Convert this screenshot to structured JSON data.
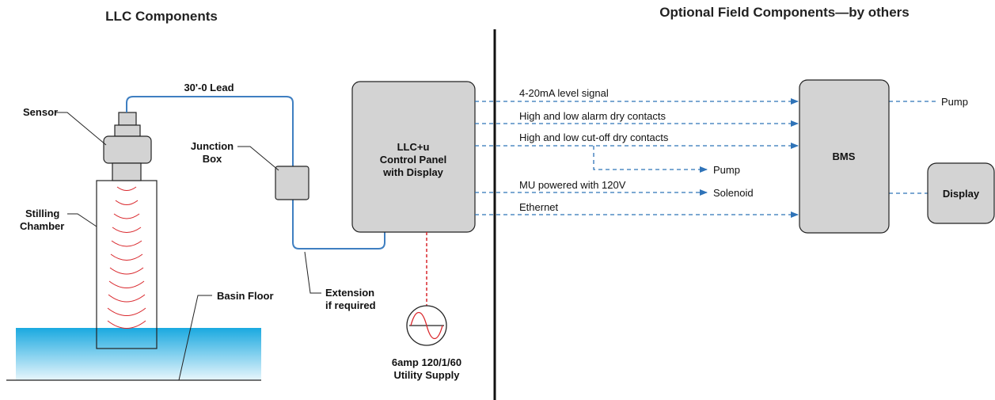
{
  "headings": {
    "left": "LLC Components",
    "right": "Optional Field Components—by others"
  },
  "labels": {
    "sensor": "Sensor",
    "stilling_1": "Stilling",
    "stilling_2": "Chamber",
    "lead": "30'-0 Lead",
    "junction_1": "Junction",
    "junction_2": "Box",
    "panel_1": "LLC+u",
    "panel_2": "Control Panel",
    "panel_3": "with Display",
    "basin": "Basin Floor",
    "extension_1": "Extension",
    "extension_2": "if required",
    "supply_1": "6amp 120/1/60",
    "supply_2": "Utility Supply",
    "bms": "BMS",
    "display": "Display",
    "pump_right": "Pump"
  },
  "signals": [
    {
      "text": "4-20mA level signal"
    },
    {
      "text": "High and low alarm dry contacts"
    },
    {
      "text": "High and low cut-off dry contacts"
    },
    {
      "text": "MU powered with 120V"
    },
    {
      "text": "Ethernet"
    }
  ],
  "branch_outputs": {
    "pump": "Pump",
    "solenoid": "Solenoid"
  },
  "colors": {
    "wire": "#3f7fc1",
    "signal_dash": "#2f73b8",
    "power_dash": "#d9262b",
    "box_fill": "#d3d3d3",
    "water_top": "#1aa9e0",
    "divider": "#111111"
  }
}
